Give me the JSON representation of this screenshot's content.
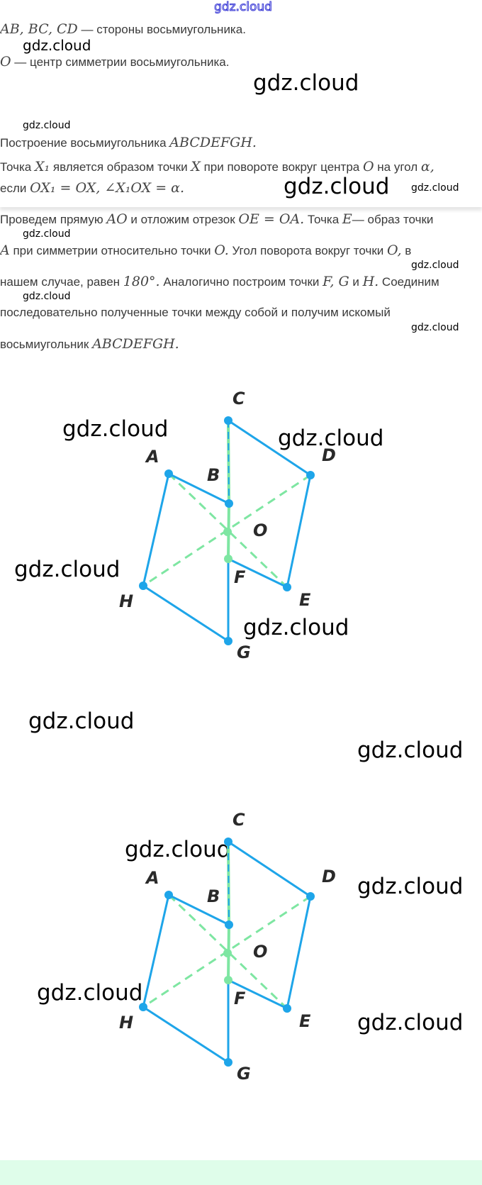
{
  "watermark": "gdz.cloud",
  "lines": [
    [
      {
        "t": "AB, BC, CD",
        "m": true
      },
      {
        "t": " — стороны восьмиугольника."
      }
    ],
    [
      {
        "t": "O",
        "m": true
      },
      {
        "t": " — центр симметрии восьмиугольника."
      }
    ],
    [
      {
        "t": "Построение восьмиугольника "
      },
      {
        "t": "ABCDEFGH.",
        "m": true
      }
    ],
    [
      {
        "t": "Точка "
      },
      {
        "t": "X₁",
        "m": true
      },
      {
        "t": " является образом точки "
      },
      {
        "t": "X",
        "m": true
      },
      {
        "t": " при повороте вокруг центра "
      },
      {
        "t": "O",
        "m": true
      },
      {
        "t": " на угол "
      },
      {
        "t": "α,",
        "m": true
      }
    ],
    [
      {
        "t": "если "
      },
      {
        "t": "OX₁ = OX, ∠X₁OX = α.",
        "m": true
      }
    ],
    [
      {
        "t": "Проведем прямую "
      },
      {
        "t": "AO",
        "m": true
      },
      {
        "t": " и отложим отрезок "
      },
      {
        "t": "OE = OA.",
        "m": true
      },
      {
        "t": " Точка "
      },
      {
        "t": "E",
        "m": true
      },
      {
        "t": "— образ точки"
      }
    ],
    [
      {
        "t": "A",
        "m": true
      },
      {
        "t": " при симметрии относительно точки "
      },
      {
        "t": "O.",
        "m": true
      },
      {
        "t": " Угол поворота вокруг точки "
      },
      {
        "t": "O,",
        "m": true
      },
      {
        "t": " в"
      }
    ],
    [
      {
        "t": "нашем случае, равен "
      },
      {
        "t": "180°.",
        "m": true
      },
      {
        "t": " Аналогично построим точки "
      },
      {
        "t": "F, G",
        "m": true
      },
      {
        "t": " и "
      },
      {
        "t": "H.",
        "m": true
      },
      {
        "t": " Соединим"
      }
    ],
    [
      {
        "t": "последовательно полученные точки между собой и получим искомый"
      }
    ],
    [
      {
        "t": "восьмиугольник "
      },
      {
        "t": "ABCDEFGH.",
        "m": true
      }
    ]
  ],
  "figure": {
    "labels": [
      "A",
      "B",
      "C",
      "D",
      "E",
      "F",
      "G",
      "H",
      "O"
    ],
    "colors": {
      "side": "#1ea5e9",
      "construction": "#7ee6a2",
      "label": "#2a2a2a"
    }
  },
  "footer_color": "#dffdea"
}
